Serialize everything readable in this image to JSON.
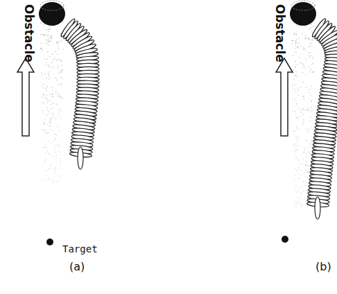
{
  "diagram": {
    "labels": [
      "Obstacle",
      "Target",
      "(a)",
      "Obstacle",
      "(b)"
    ]
  }
}
